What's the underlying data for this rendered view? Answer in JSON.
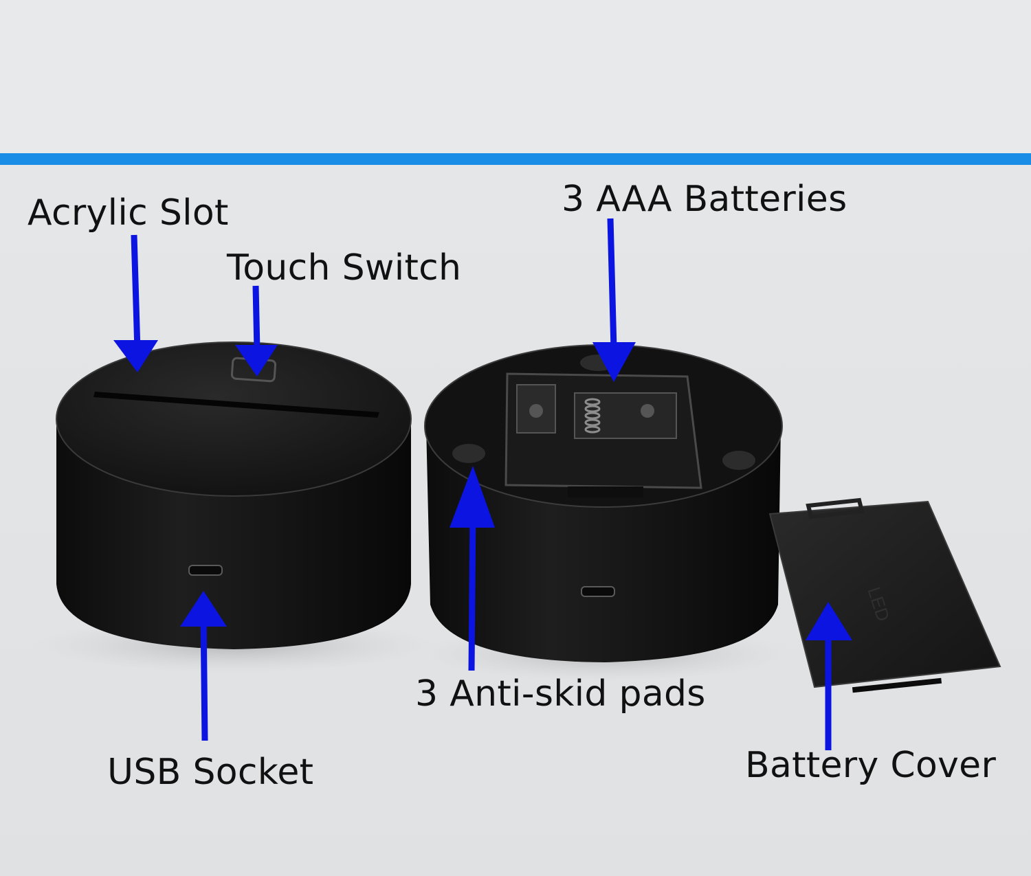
{
  "annotations": {
    "acrylic_slot": "Acrylic Slot",
    "touch_switch": "Touch Switch",
    "aaa_batteries": "3 AAA Batteries",
    "usb_socket": "USB Socket",
    "anti_skid_pads": "3 Anti-skid pads",
    "battery_cover": "Battery Cover"
  },
  "cover_emboss": "LED",
  "colors": {
    "divider": "#1a8ee6",
    "arrow": "#0b14e0",
    "base": "#121212",
    "background": "#e6e8ea"
  },
  "icons": [
    "arrow-down-icon",
    "arrow-up-icon"
  ]
}
